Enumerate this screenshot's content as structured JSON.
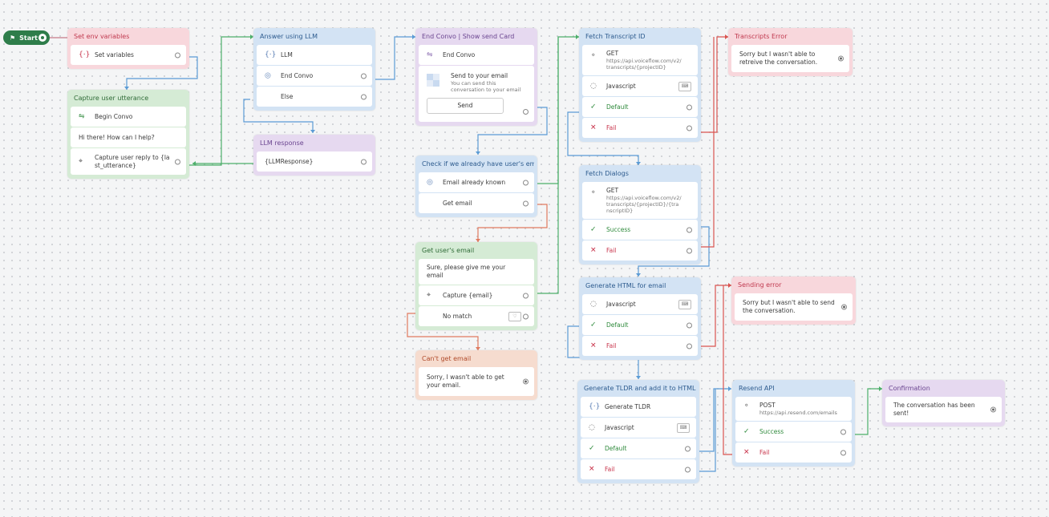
{
  "start": {
    "label": "Start"
  },
  "blocks": {
    "set_env": {
      "title": "Set env variables",
      "steps": [
        "Set variables"
      ]
    },
    "capture_utt": {
      "title": "Capture user utterance",
      "steps": [
        "Begin Convo",
        "Hi there! How can I help?",
        "Capture user reply to {last_utterance}"
      ]
    },
    "answer_llm": {
      "title": "Answer using LLM",
      "steps": [
        "LLM",
        "End Convo",
        "Else"
      ]
    },
    "llm_response": {
      "title": "LLM response",
      "steps": [
        "{LLMResponse}"
      ]
    },
    "end_convo": {
      "title": "End Convo | Show send Card",
      "steps": [
        "End Convo"
      ],
      "card": {
        "title": "Send to your email",
        "desc": "You can send this conversation to your email",
        "button": "Send"
      }
    },
    "check_email": {
      "title": "Check if we already have user's email",
      "steps": [
        "Email already known",
        "Get email"
      ]
    },
    "get_email": {
      "title": "Get user's email",
      "steps": [
        "Sure, please give me your email",
        "Capture {email}",
        "No match"
      ]
    },
    "cant_get": {
      "title": "Can't get email",
      "steps": [
        "Sorry, I wasn't able to get your email."
      ]
    },
    "fetch_transcript": {
      "title": "Fetch Transcript ID",
      "api": {
        "method": "GET",
        "url": "https://api.voiceflow.com/v2/transcripts/{projectID}"
      },
      "steps": [
        "Javascript",
        "Default",
        "Fail"
      ]
    },
    "transcripts_error": {
      "title": "Transcripts Error",
      "steps": [
        "Sorry but I wasn't able to retreive the conversation."
      ]
    },
    "fetch_dialogs": {
      "title": "Fetch Dialogs",
      "api": {
        "method": "GET",
        "url": "https://api.voiceflow.com/v2/transcripts/{projectID}/{transcriptID}"
      },
      "steps": [
        "Success",
        "Fail"
      ]
    },
    "gen_html": {
      "title": "Generate HTML for email",
      "steps": [
        "Javascript",
        "Default",
        "Fail"
      ]
    },
    "sending_error": {
      "title": "Sending error",
      "steps": [
        "Sorry but I wasn't able to send the conversation."
      ]
    },
    "gen_tldr": {
      "title": "Generate TLDR and add it to HTML",
      "steps": [
        "Generate TLDR",
        "Javascript",
        "Default",
        "Fail"
      ]
    },
    "resend": {
      "title": "Resend API",
      "api": {
        "method": "POST",
        "url": "https://api.resend.com/emails"
      },
      "steps": [
        "Success",
        "Fail"
      ]
    },
    "confirmation": {
      "title": "Confirmation",
      "steps": [
        "The conversation has been sent!"
      ]
    }
  },
  "icons": {
    "set": "braces-icon",
    "llm": "braces-icon",
    "api": "api-node-icon",
    "js": "code-icon",
    "success": "checkmark-icon",
    "fail": "x-icon",
    "capture": "capture-icon",
    "message": "message-icon"
  },
  "colors": {
    "wire_blue": "#5b9bd5",
    "wire_green": "#4caf6a",
    "wire_red": "#d9534f",
    "wire_orange": "#e07a5f",
    "start_green": "#2e7d4a"
  }
}
